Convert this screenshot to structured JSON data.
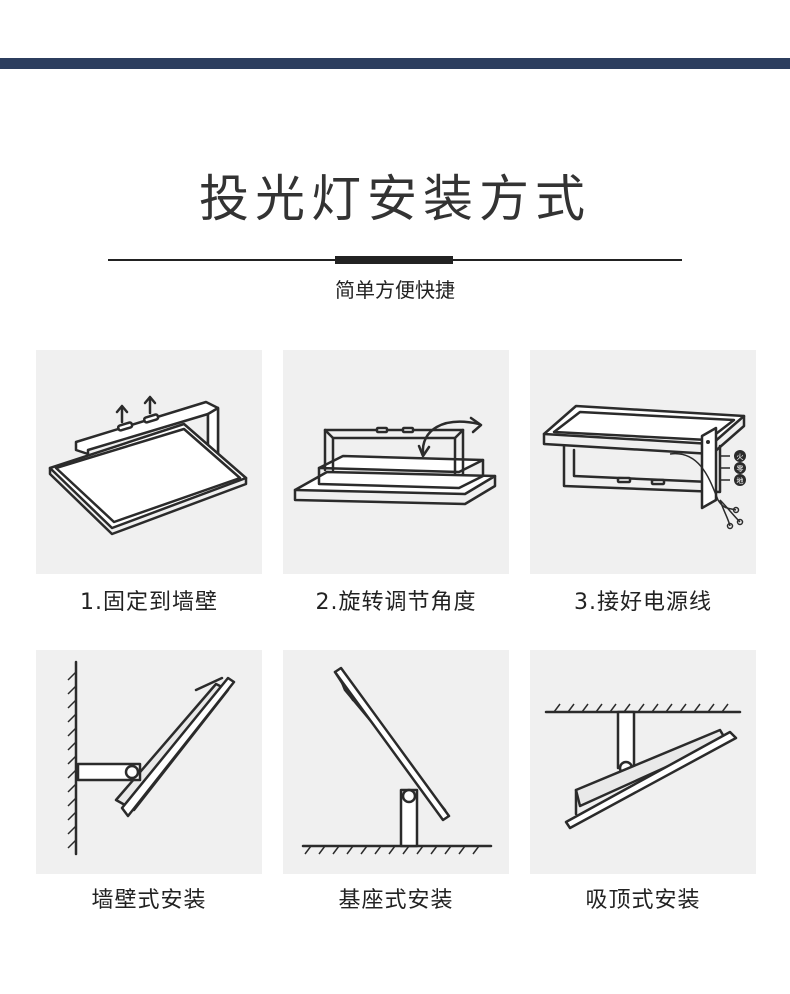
{
  "header": {
    "title": "投光灯安装方式",
    "subtitle": "简单方便快捷"
  },
  "steps": [
    {
      "label": "1.固定到墙壁"
    },
    {
      "label": "2.旋转调节角度"
    },
    {
      "label": "3.接好电源线"
    }
  ],
  "wire_labels": [
    "火",
    "零",
    "地"
  ],
  "mounts": [
    {
      "label": "墙壁式安装"
    },
    {
      "label": "基座式安装"
    },
    {
      "label": "吸顶式安装"
    }
  ],
  "colors": {
    "top_bar": "#2c3e5e",
    "card_bg": "#f0f0f0",
    "line": "#2b2b2b"
  }
}
